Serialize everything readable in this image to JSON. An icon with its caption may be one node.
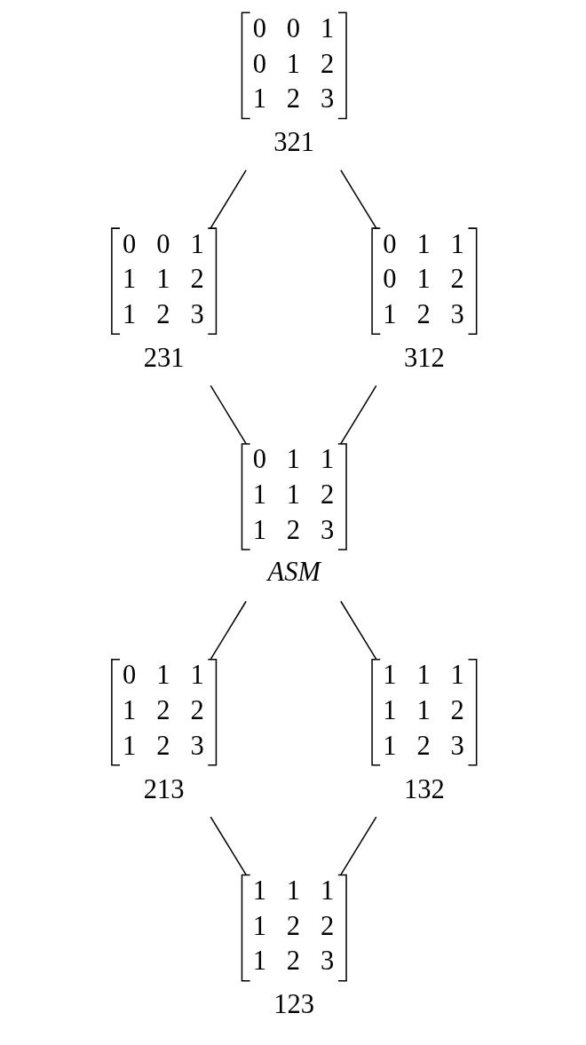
{
  "diagram": {
    "nodes": [
      {
        "text": [
          "0 0 1",
          "0 1 2",
          "1 2 3",
          "321"
        ]
      },
      {
        "text": [
          "0 0 1",
          "1 1 2",
          "1 2 3",
          "231"
        ]
      },
      {
        "text": [
          "0 1 1",
          "0 1 2",
          "1 2 3",
          "312"
        ]
      },
      {
        "text": [
          "0 1 1",
          "1 1 2",
          "1 2 3",
          "ASM"
        ]
      },
      {
        "text": [
          "0 1 1",
          "1 2 2",
          "1 2 3",
          "213"
        ]
      },
      {
        "text": [
          "1 1 1",
          "1 1 2",
          "1 2 3",
          "132"
        ]
      },
      {
        "text": [
          "1 1 1",
          "1 2 2",
          "1 2 3",
          "123"
        ]
      }
    ],
    "edges": [
      {
        "from": 0,
        "to": 1,
        "arrow": "none"
      },
      {
        "from": 0,
        "to": 2,
        "arrow": "none"
      },
      {
        "from": 1,
        "to": 3,
        "arrow": "none"
      },
      {
        "from": 2,
        "to": 3,
        "arrow": "none"
      },
      {
        "from": 3,
        "to": 4,
        "arrow": "none"
      },
      {
        "from": 3,
        "to": 5,
        "arrow": "none"
      },
      {
        "from": 4,
        "to": 6,
        "arrow": "none"
      },
      {
        "from": 5,
        "to": 6,
        "arrow": "none"
      }
    ]
  }
}
